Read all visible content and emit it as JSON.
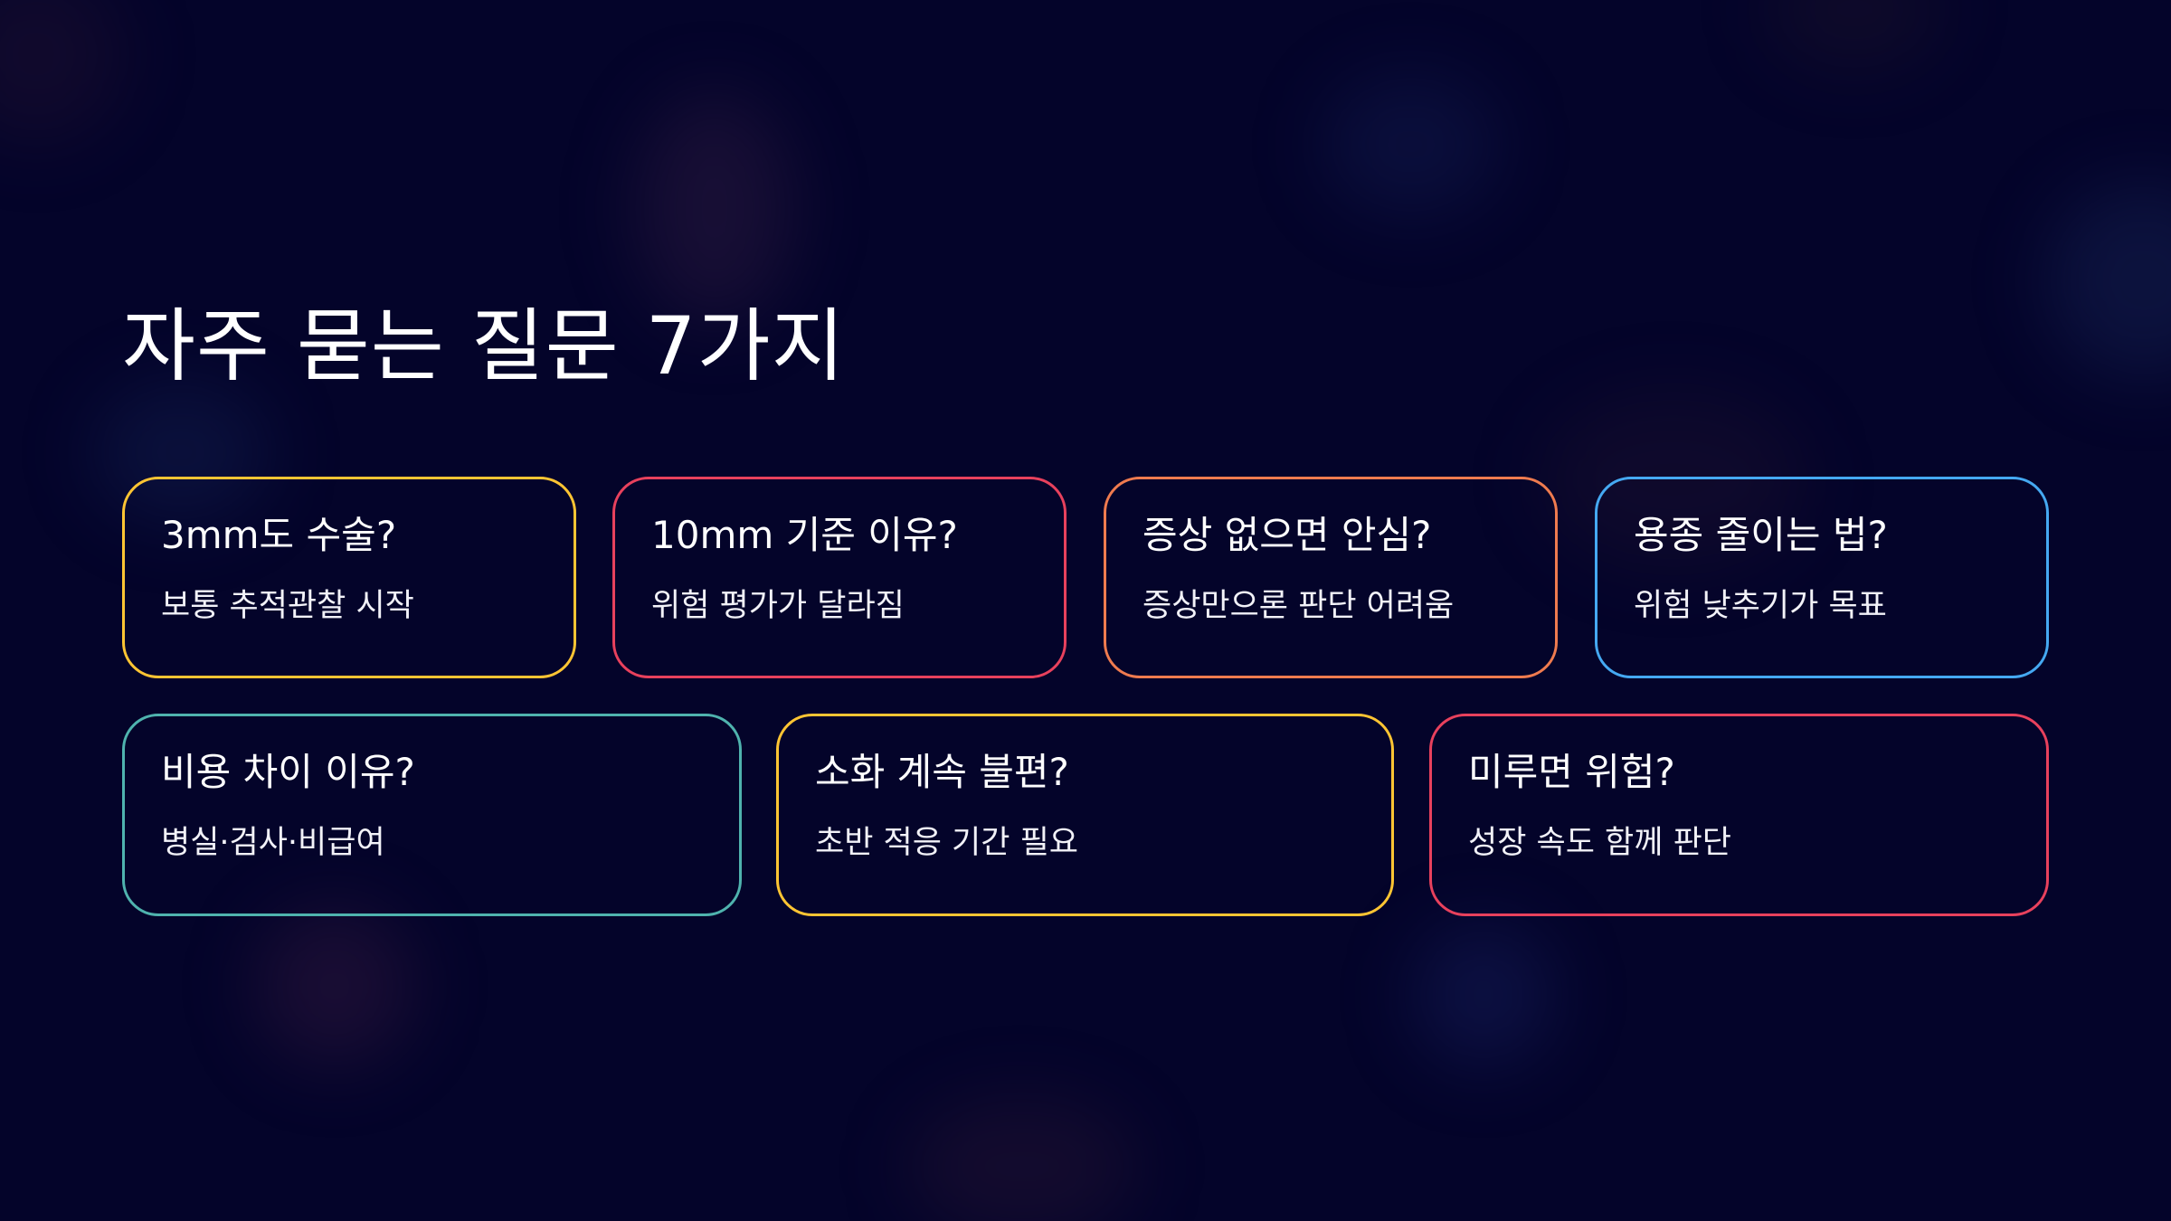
{
  "title": "자주 묻는 질문 7가지",
  "colors": {
    "background": "#04042a",
    "yellow": "#ffc533",
    "red": "#e8415d",
    "orange": "#ef7b4f",
    "blue": "#45a9f2",
    "teal": "#4fb3ae"
  },
  "cards": [
    {
      "question": "3mm도 수술?",
      "answer": "보통 추적관찰 시작",
      "color": "#ffc533"
    },
    {
      "question": "10mm 기준 이유?",
      "answer": "위험 평가가 달라짐",
      "color": "#e8415d"
    },
    {
      "question": "증상 없으면 안심?",
      "answer": "증상만으론 판단 어려움",
      "color": "#ef7b4f"
    },
    {
      "question": "용종 줄이는 법?",
      "answer": "위험 낮추기가 목표",
      "color": "#45a9f2"
    },
    {
      "question": "비용 차이 이유?",
      "answer": "병실·검사·비급여",
      "color": "#4fb3ae"
    },
    {
      "question": "소화 계속 불편?",
      "answer": "초반 적응 기간 필요",
      "color": "#ffc533"
    },
    {
      "question": "미루면 위험?",
      "answer": "성장 속도 함께 판단",
      "color": "#e8415d"
    }
  ]
}
